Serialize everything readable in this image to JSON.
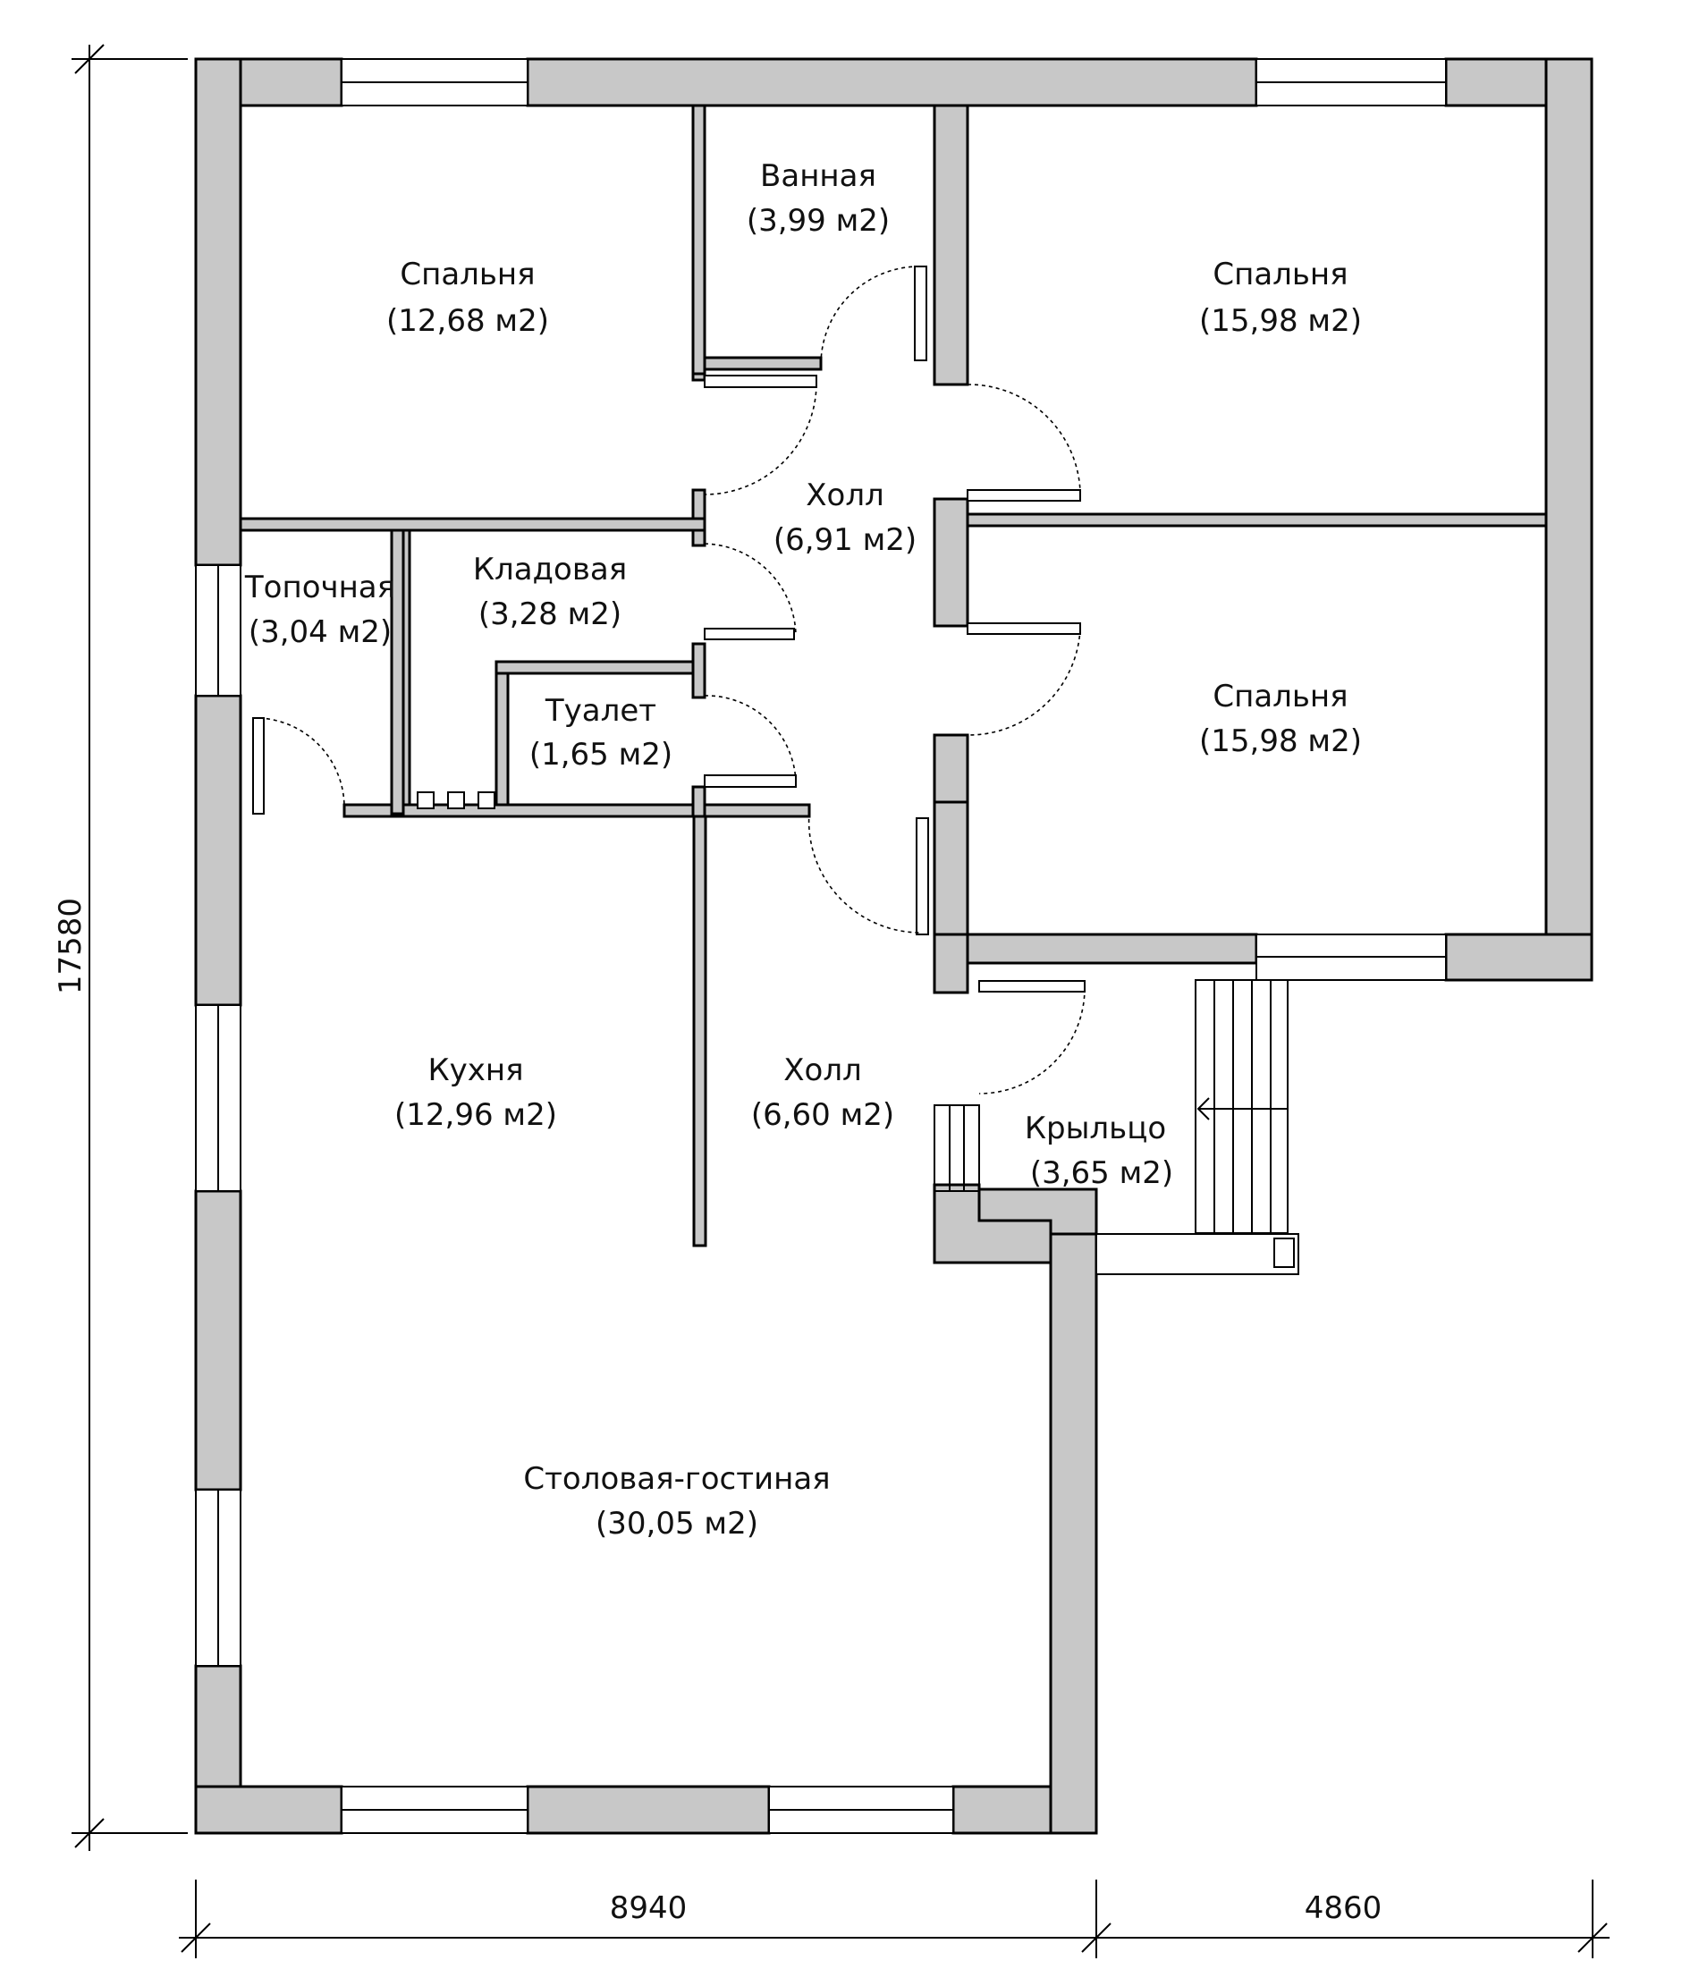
{
  "rooms": {
    "bedroom1": {
      "name": "Спальня",
      "area": "(12,68 м2)"
    },
    "bath": {
      "name": "Ванная",
      "area": "(3,99 м2)"
    },
    "bedroom2": {
      "name": "Спальня",
      "area": "(15,98 м2)"
    },
    "hall1": {
      "name": "Холл",
      "area": "(6,91 м2)"
    },
    "furnace": {
      "name": "Топочная",
      "area": "(3,04 м2)"
    },
    "pantry": {
      "name": "Кладовая",
      "area": "(3,28 м2)"
    },
    "wc": {
      "name": "Туалет",
      "area": "(1,65 м2)"
    },
    "bedroom3": {
      "name": "Спальня",
      "area": "(15,98 м2)"
    },
    "kitchen": {
      "name": "Кухня",
      "area": "(12,96 м2)"
    },
    "hall2": {
      "name": "Холл",
      "area": "(6,60 м2)"
    },
    "porch": {
      "name": "Крыльцо",
      "area": "(3,65 м2)"
    },
    "living": {
      "name": "Столовая-гостиная",
      "area": "(30,05 м2)"
    }
  },
  "dimensions": {
    "height": "17580",
    "width_main": "8940",
    "width_right": "4860"
  }
}
